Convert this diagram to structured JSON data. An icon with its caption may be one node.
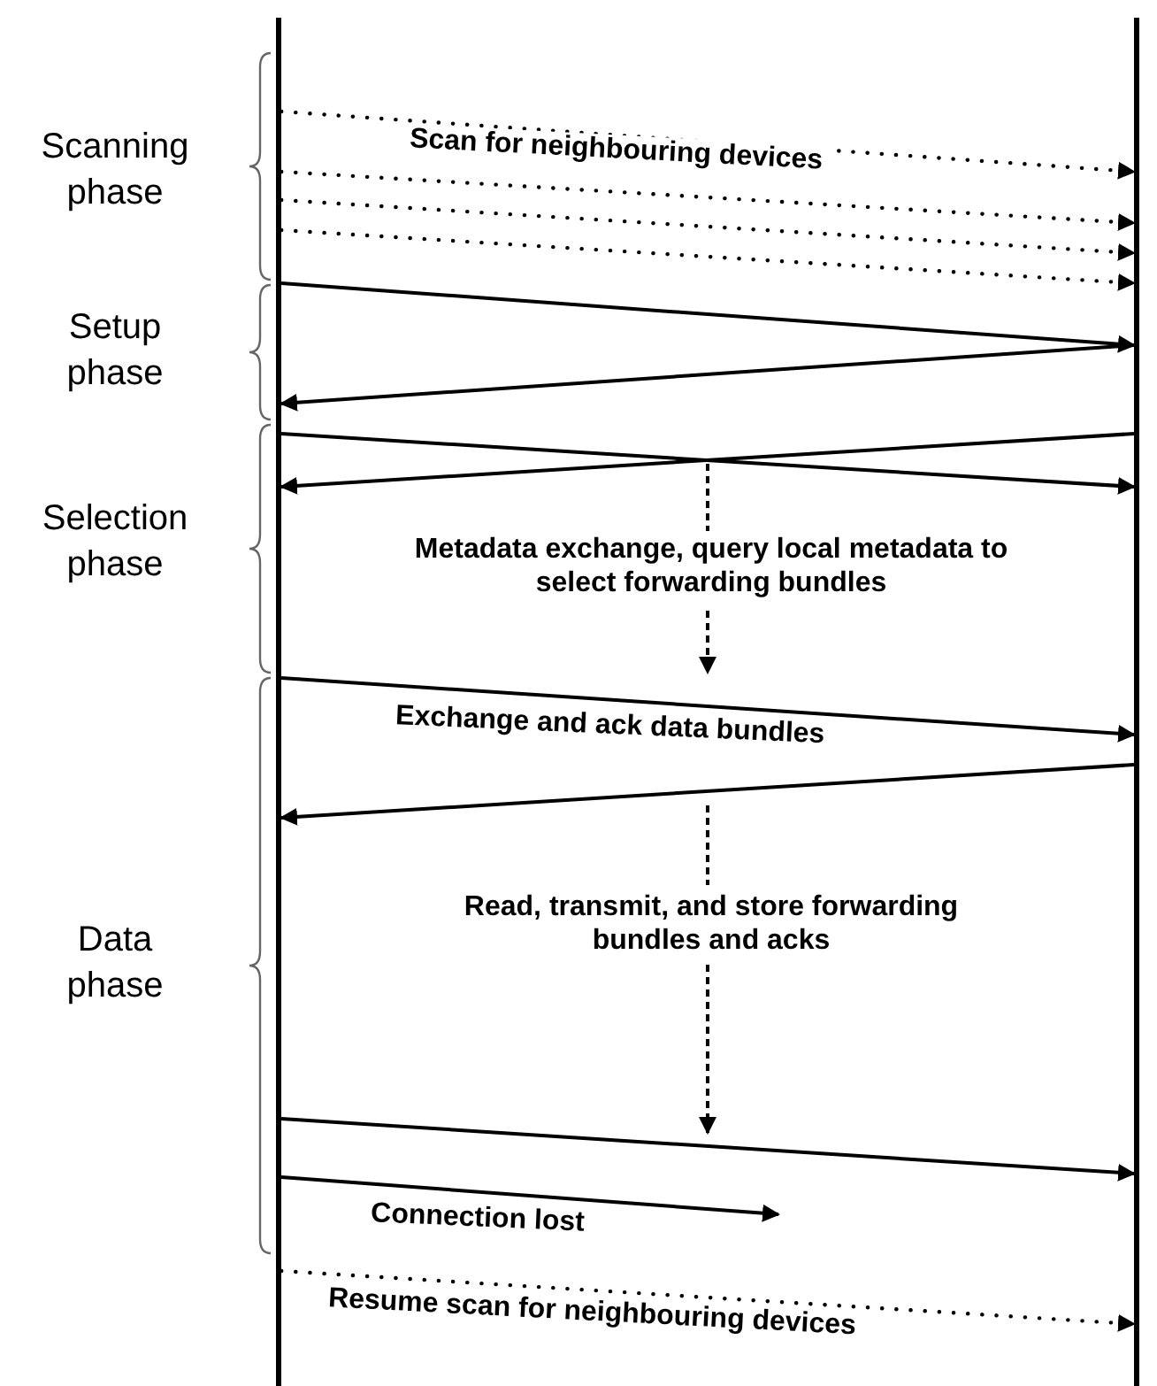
{
  "diagram": {
    "nodes": [
      {
        "text": [],
        "shape": "bar"
      },
      {
        "text": [],
        "shape": "bar"
      }
    ],
    "edges": [
      {
        "from": 0,
        "to": 1,
        "arrow": "to",
        "style": "dashed",
        "label": "Scan for neighbouring devices"
      },
      {
        "from": 0,
        "to": 1,
        "arrow": "to",
        "style": "dashed"
      },
      {
        "from": 0,
        "to": 1,
        "arrow": "to",
        "style": "dashed"
      },
      {
        "from": 0,
        "to": 1,
        "arrow": "to",
        "style": "dashed"
      },
      {
        "from": 0,
        "to": 1,
        "arrow": "to"
      },
      {
        "from": 1,
        "to": 0,
        "arrow": "to"
      },
      {
        "from": 0,
        "to": 1,
        "arrow": "to"
      },
      {
        "from": 1,
        "to": 0,
        "arrow": "to"
      },
      {
        "from": 0,
        "to": 1,
        "arrow": "to",
        "label": "Exchange and ack data bundles"
      },
      {
        "from": 1,
        "to": 0,
        "arrow": "to"
      },
      {
        "from": 0,
        "to": 1,
        "arrow": "to"
      },
      {
        "from": 0,
        "to": null,
        "arrow": "to",
        "label": "Connection lost"
      },
      {
        "from": 0,
        "to": 1,
        "arrow": "to",
        "style": "dashed",
        "label": "Resume scan for neighbouring devices"
      }
    ],
    "labels": [
      "Scanning phase",
      "Setup phase",
      "Selection phase",
      "Metadata exchange, query local metadata to select forwarding bundles",
      "Data phase",
      "Read, transmit, and store forwarding bundles and acks"
    ]
  }
}
